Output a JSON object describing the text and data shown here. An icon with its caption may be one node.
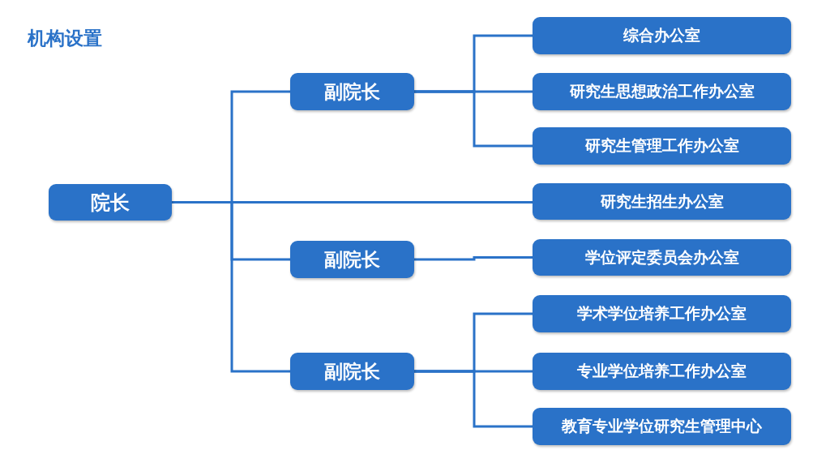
{
  "diagram": {
    "title": "机构设置",
    "nodes": [
      {
        "text": [
          "院长"
        ]
      },
      {
        "text": [
          "副院长"
        ]
      },
      {
        "text": [
          "副院长"
        ]
      },
      {
        "text": [
          "副院长"
        ]
      },
      {
        "text": [
          "综合办公室"
        ]
      },
      {
        "text": [
          "研究生思想政治工作办公室"
        ]
      },
      {
        "text": [
          "研究生管理工作办公室"
        ]
      },
      {
        "text": [
          "研究生招生办公室"
        ]
      },
      {
        "text": [
          "学位评定委员会办公室"
        ]
      },
      {
        "text": [
          "学术学位培养工作办公室"
        ]
      },
      {
        "text": [
          "专业学位培养工作办公室"
        ]
      },
      {
        "text": [
          "教育专业学位研究生管理中心"
        ]
      }
    ],
    "edges": [
      {
        "from": 0,
        "to": 1,
        "arrow": "none"
      },
      {
        "from": 0,
        "to": 7,
        "arrow": "none"
      },
      {
        "from": 0,
        "to": 2,
        "arrow": "none"
      },
      {
        "from": 0,
        "to": 3,
        "arrow": "none"
      },
      {
        "from": 1,
        "to": 4,
        "arrow": "none"
      },
      {
        "from": 1,
        "to": 5,
        "arrow": "none"
      },
      {
        "from": 1,
        "to": 6,
        "arrow": "none"
      },
      {
        "from": 2,
        "to": 8,
        "arrow": "none"
      },
      {
        "from": 3,
        "to": 9,
        "arrow": "none"
      },
      {
        "from": 3,
        "to": 10,
        "arrow": "none"
      },
      {
        "from": 3,
        "to": 11,
        "arrow": "none"
      }
    ]
  }
}
